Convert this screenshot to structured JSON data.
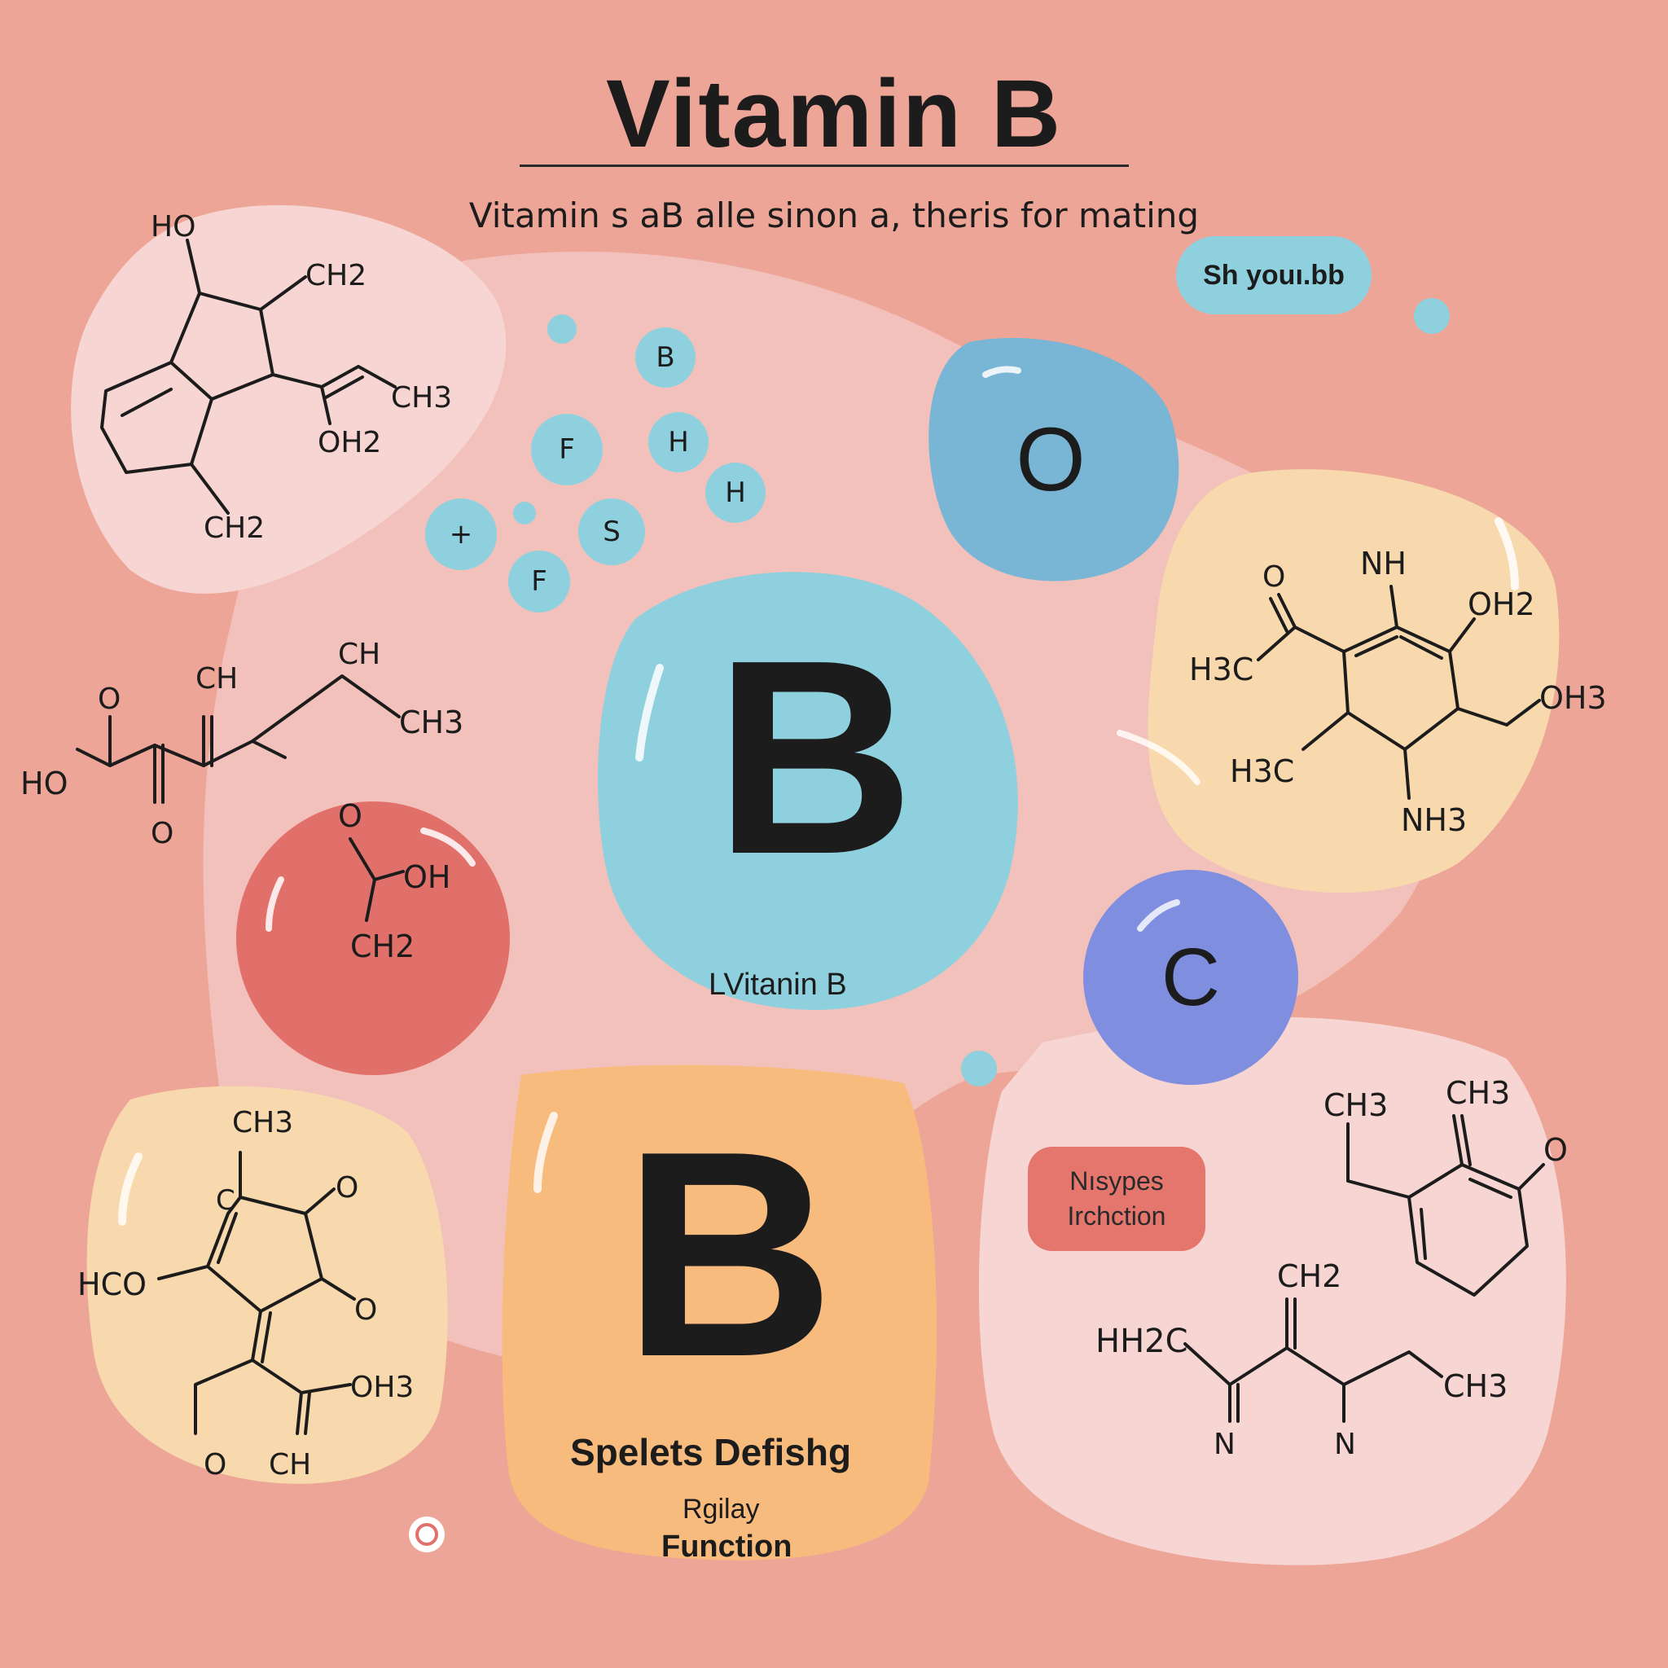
{
  "title": "Vitamin B",
  "subtitle": "Vitamin s aB alle sinon a, theris for mating",
  "pill_label": "Sh youı.bb",
  "tag": {
    "line1": "Nısypes",
    "line2": "Irchction"
  },
  "bubbles": {
    "blue_letter": "O",
    "purple_letter": "C",
    "center_letter": "B",
    "center_caption": "LVitanin B",
    "orange_letter": "B",
    "orange_caption": "Spelets Defishg",
    "orange_sub1": "Rgilay",
    "orange_sub2": "Function"
  },
  "atoms": [
    "B",
    "F",
    "H",
    "H",
    "+",
    "S",
    "F"
  ],
  "molecules": {
    "top_left": [
      "HO",
      "CH2",
      "CH3",
      "OH2",
      "CH2"
    ],
    "left_chain": [
      "O",
      "CH",
      "CH",
      "CH3",
      "HO",
      "O"
    ],
    "red_bubble": [
      "O",
      "OH",
      "CH2"
    ],
    "right_ring": [
      "O",
      "NH",
      "OH2",
      "H3C",
      "OH3",
      "H3C",
      "NH3"
    ],
    "bottom_left": [
      "CH3",
      "C",
      "O",
      "HCO",
      "O",
      "OH3",
      "O",
      "CH"
    ],
    "bottom_right_ring": [
      "CH3",
      "CH3",
      "O"
    ],
    "bottom_right_chain": [
      "CH2",
      "HH2C",
      "CH3",
      "N",
      "N"
    ]
  },
  "colors": {
    "background": "#ECA596",
    "panel_pink": "#F2C1BB",
    "light_pink": "#F7D5D2",
    "blue": "#8FD0DF",
    "steel_blue": "#79B6D5",
    "purple": "#7F8EDF",
    "red": "#E2706A",
    "cream": "#F8D9AE",
    "orange": "#F7BB7E"
  }
}
